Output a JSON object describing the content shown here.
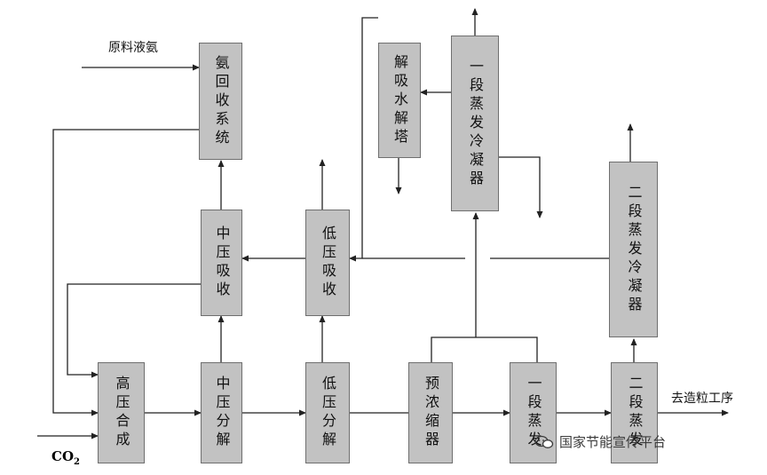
{
  "boxes": {
    "ammonia_recovery": "氨回收系统",
    "mid_pressure_absorption": "中压吸收",
    "low_pressure_absorption": "低压吸收",
    "desorption_hydrolysis_tower": "解吸水解塔",
    "stage1_evap_condenser": "一段蒸发冷凝器",
    "stage2_evap_condenser": "二段蒸发冷凝器",
    "high_pressure_synthesis": "高压合成",
    "mid_pressure_decomposition": "中压分解",
    "low_pressure_decomposition": "低压分解",
    "pre_concentrator": "预浓缩器",
    "stage1_evaporation": "一段蒸发",
    "stage2_evaporation": "二段蒸发"
  },
  "labels": {
    "raw_liquid_ammonia": "原料液氨",
    "to_granulation": "去造粒工序",
    "co2_main": "CO",
    "co2_sub": "2"
  },
  "watermark": {
    "text": "国家节能宣传平台",
    "icon": "wechat-icon"
  },
  "colors": {
    "box_fill": "#c2c2c2",
    "line": "#222222"
  }
}
